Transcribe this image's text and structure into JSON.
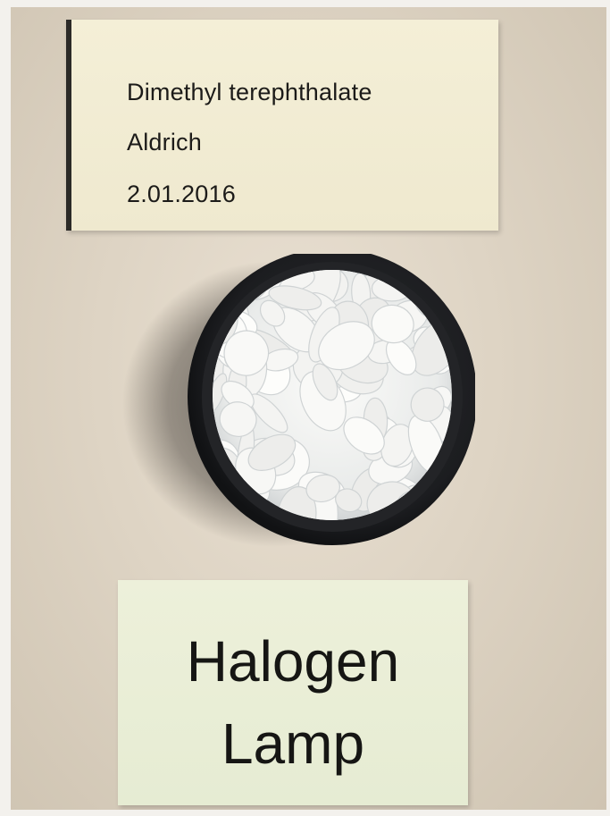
{
  "top_label": {
    "line1": "Dimethyl terephthalate",
    "line2": "Aldrich",
    "line3": "2.01.2016"
  },
  "bottom_label": {
    "line1": "Halogen",
    "line2": "Lamp"
  },
  "colors": {
    "background": "#ded4c4",
    "top_label": "#f1ecd3",
    "bottom_label": "#e8eed6",
    "cap": "#1e1f21",
    "flakes": "#f4f4f2"
  }
}
